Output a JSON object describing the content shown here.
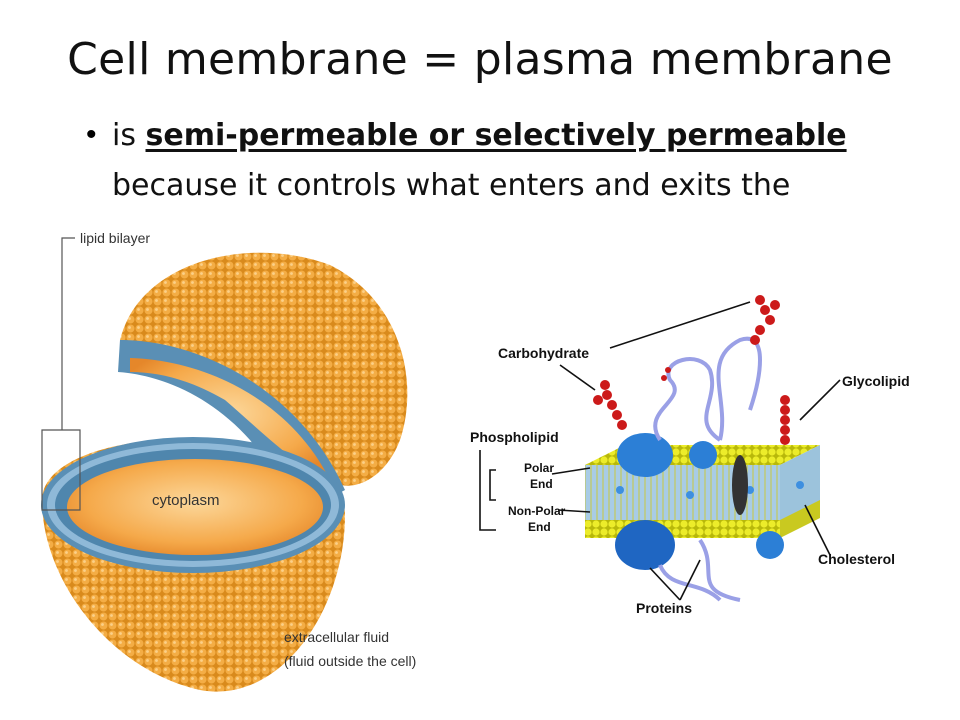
{
  "slide": {
    "title": "Cell membrane = plasma membrane",
    "bullet_prefix": "is ",
    "bullet_bold": "semi-permeable or selectively permeable",
    "bullet_line2": "because it controls what enters and exits the"
  },
  "left_diagram": {
    "lipid_bilayer": "lipid bilayer",
    "cytoplasm": "cytoplasm",
    "extracellular_line1": "extracellular fluid",
    "extracellular_line2": "(fluid outside the cell)"
  },
  "right_diagram": {
    "carbohydrate": "Carbohydrate",
    "glycolipid": "Glycolipid",
    "phospholipid": "Phospholipid",
    "polar_1": "Polar",
    "polar_2": "End",
    "nonpolar_1": "Non-Polar",
    "nonpolar_2": "End",
    "cholesterol": "Cholesterol",
    "proteins": "Proteins"
  },
  "colors": {
    "membrane_orange": "#f0a63a",
    "bilayer_blue": "#5a8fb5",
    "head_yellow": "#e6e61c",
    "protein_blue": "#2c7fd6",
    "carb_red": "#cc1a1a"
  }
}
